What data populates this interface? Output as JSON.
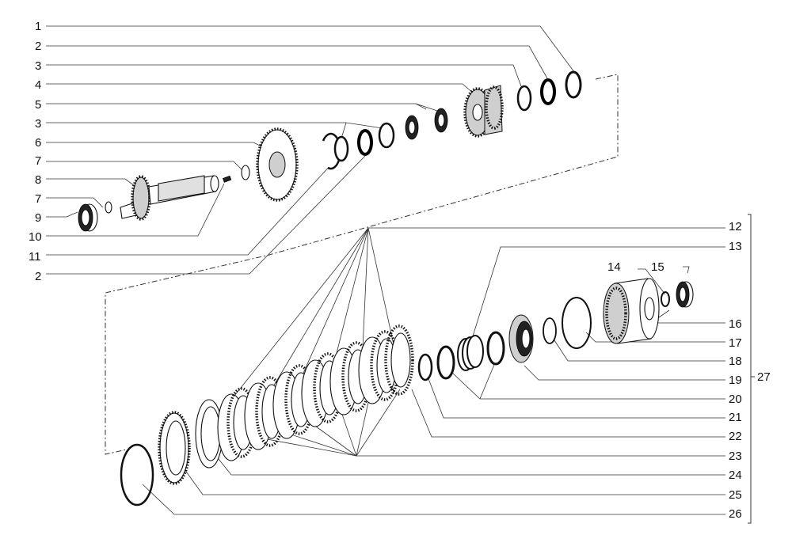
{
  "callouts": {
    "c1": "1",
    "c2a": "2",
    "c3a": "3",
    "c4": "4",
    "c5": "5",
    "c3b": "3",
    "c6": "6",
    "c7a": "7",
    "c8": "8",
    "c7b": "7",
    "c9": "9",
    "c10": "10",
    "c11": "11",
    "c2b": "2",
    "c12": "12",
    "c13": "13",
    "c14": "14",
    "c15": "15",
    "c16": "16",
    "c17": "17",
    "c18": "18",
    "c19": "19",
    "c20": "20",
    "c21": "21",
    "c22": "22",
    "c23": "23",
    "c24": "24",
    "c25": "25",
    "c26": "26",
    "c27": "27"
  }
}
